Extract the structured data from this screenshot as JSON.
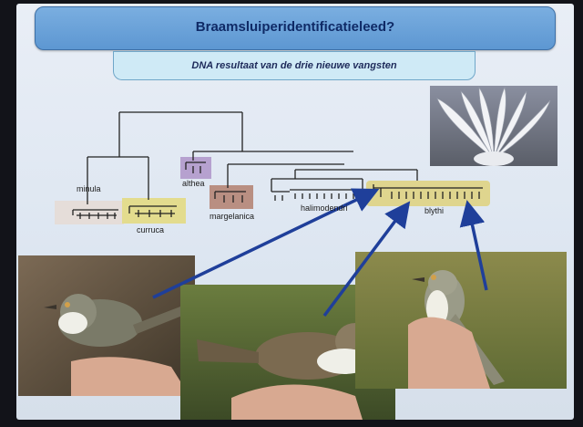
{
  "slide": {
    "title": "Braamsluiperidentificatieleed?",
    "subtitle": "DNA resultaat van de drie nieuwe vangsten"
  },
  "tree_labels": {
    "minula": "minula",
    "curruca": "curruca",
    "althea": "althea",
    "margelanica": "margelanica",
    "halimodendri": "halimodendri",
    "blythi": "blythi"
  },
  "colors": {
    "title_bg": "#6ea5dc",
    "title_text": "#0f2a66",
    "subtitle_bg": "#cfeaf6",
    "minula_box": "#e6dcd6",
    "curruca_box": "#e3dc8e",
    "althea_box": "#b6a1cf",
    "margelanica_box": "#b98f82",
    "blythi_box": "#dfd58e",
    "arrow": "#1f3f9a"
  },
  "photos": {
    "feather_photo": "wing-feathers",
    "bird_left": "bird-in-hand",
    "bird_center": "bird-in-hand",
    "bird_right": "bird-in-hand"
  }
}
